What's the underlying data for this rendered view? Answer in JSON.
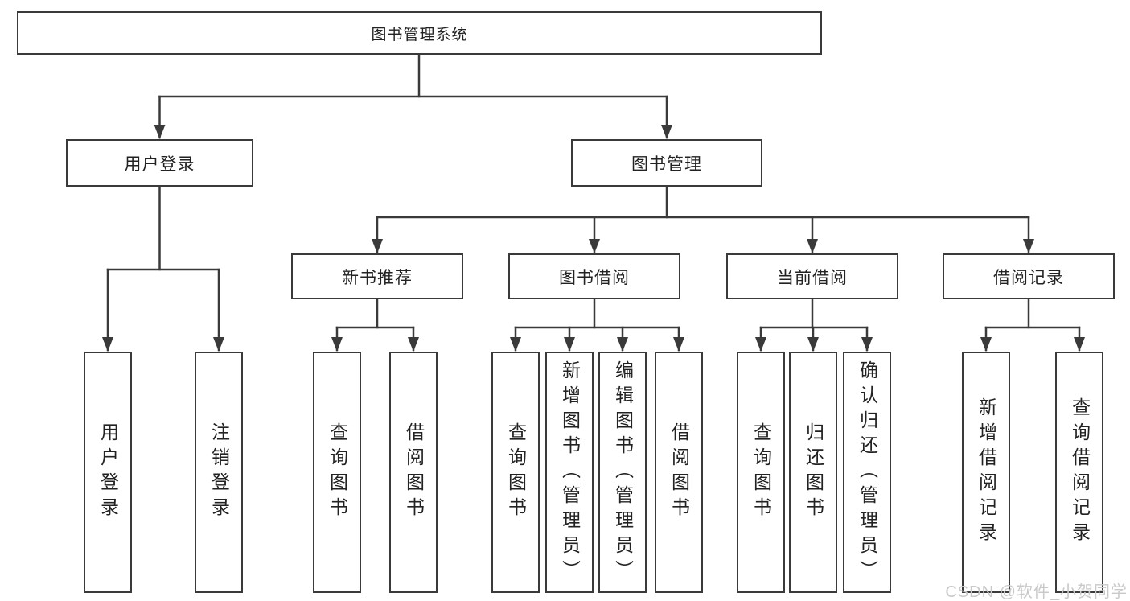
{
  "diagram": {
    "type": "hierarchy-tree",
    "tree": {
      "label": "图书管理系统",
      "children": [
        {
          "label": "用户登录",
          "children": [
            {
              "label": "用户登录"
            },
            {
              "label": "注销登录"
            }
          ]
        },
        {
          "label": "图书管理",
          "children": [
            {
              "label": "新书推荐",
              "children": [
                {
                  "label": "查询图书"
                },
                {
                  "label": "借阅图书"
                }
              ]
            },
            {
              "label": "图书借阅",
              "children": [
                {
                  "label": "查询图书"
                },
                {
                  "label": "新增图书（管理员）"
                },
                {
                  "label": "编辑图书（管理员）"
                },
                {
                  "label": "借阅图书"
                }
              ]
            },
            {
              "label": "当前借阅",
              "children": [
                {
                  "label": "查询图书"
                },
                {
                  "label": "归还图书"
                },
                {
                  "label": "确认归还（管理员）"
                }
              ]
            },
            {
              "label": "借阅记录",
              "children": [
                {
                  "label": "新增借阅记录"
                },
                {
                  "label": "查询借阅记录"
                }
              ]
            }
          ]
        }
      ]
    }
  },
  "watermark": "CSDN @软件_小贺同学",
  "colors": {
    "line": "#3a3a3a",
    "text": "#222222",
    "background": "#ffffff",
    "watermark": "#c9c9c9"
  }
}
